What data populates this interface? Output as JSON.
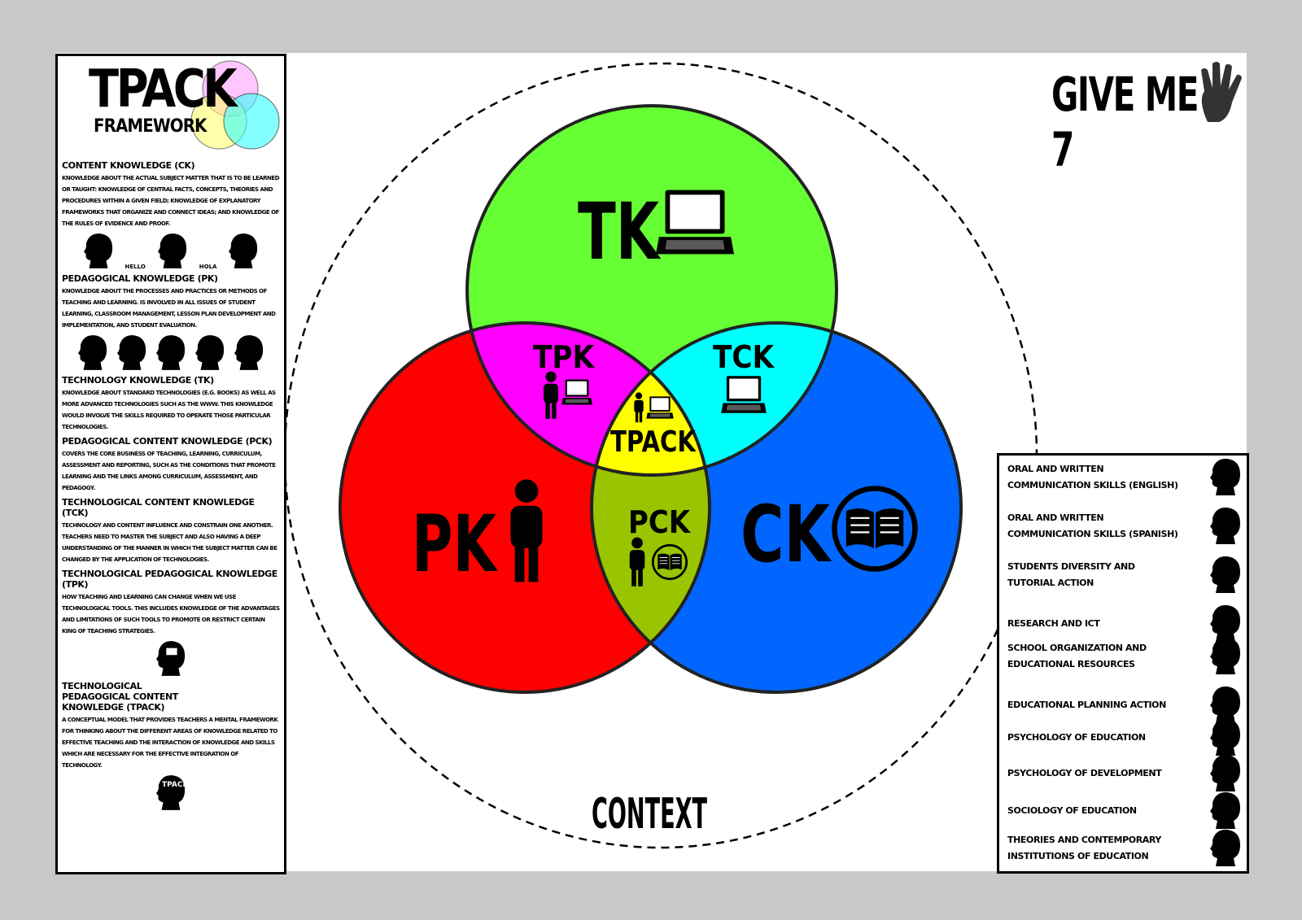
{
  "header": {
    "title": "TPACK",
    "subtitle": "FRAMEWORK",
    "brand": "GIVE ME 7"
  },
  "colors": {
    "tk": "#66ff33",
    "pk": "#ff0000",
    "ck": "#0066ff",
    "tpk": "#ff00ff",
    "tck": "#00ffff",
    "pck": "#99c400",
    "tpack": "#ffff00"
  },
  "diagram": {
    "tk": "TK",
    "pk": "PK",
    "ck": "CK",
    "tpk": "TPK",
    "tck": "TCK",
    "pck": "PCK",
    "tpack": "TPACK",
    "context": "CONTEXT"
  },
  "definitions": [
    {
      "heading": "CONTENT KNOWLEDGE (CK)",
      "text": "Knowledge about the actual subject matter that is to be learned or taught: knowledge of central facts, concepts, theories and procedures within a given field; knowledge of explanatory frameworks that organize and connect ideas; and knowledge of the rules of evidence and proof."
    },
    {
      "heading": "PEDAGOGICAL KNOWLEDGE (PK)",
      "text": "Knowledge about the processes and practices or methods of teaching and learning. Is involved in all issues of student learning, classroom management, lesson plan development and implementation, and student evaluation."
    },
    {
      "heading": "TECHNOLOGY KNOWLEDGE (TK)",
      "text": "Knowledge about standard technologies (e.g. books) as well as more advanced technologies such as the WWW. This knowledge would involve the skills required to operate those particular technologies."
    },
    {
      "heading": "PEDAGOGICAL CONTENT KNOWLEDGE (PCK)",
      "text": "Covers the core business of teaching, learning, curriculum, assessment and reporting, such as the conditions that promote learning and the links among curriculum, assessment, and pedagogy."
    },
    {
      "heading": "TECHNOLOGICAL CONTENT KNOWLEDGE (TCK)",
      "text": "Technology and content influence and constrain one another. Teachers need to master the subject and also having a deep understanding of the manner in which the subject matter can be changed by the application of technologies."
    },
    {
      "heading": "TECHNOLOGICAL PEDAGOGICAL KNOWLEDGE (TPK)",
      "text": "How teaching and learning can change when we use technological tools. This includes knowledge of the advantages and limitations of such tools to promote or restrict certain king of teaching strategies."
    },
    {
      "heading": "TECHNOLOGICAL PEDAGOGICAL CONTENT KNOWLEDGE (TPACK)",
      "text": "A conceptual model that provides teachers a mental framework for thinking about the different areas of knowledge related to effective teaching and the interaction of knowledge and skills which are necessary for the effective integration of technology."
    }
  ],
  "head_labels": {
    "hello": "HELLO",
    "hola": "HOLA",
    "tpack": "TPACK"
  },
  "subjects": [
    {
      "label": "ORAL AND WRITTEN COMMUNICATION SKILLS (ENGLISH)",
      "icon": "head-hello-icon"
    },
    {
      "label": "ORAL AND WRITTEN COMMUNICATION SKILLS (SPANISH)",
      "icon": "head-hola-icon"
    },
    {
      "label": "STUDENTS DIVERSITY AND TUTORIAL ACTION",
      "icon": "head-people-icon"
    },
    {
      "label": "RESEARCH AND ICT",
      "icon": "head-computer-icon"
    },
    {
      "label": "SCHOOL ORGANIZATION AND EDUCATIONAL RESOURCES",
      "icon": "head-tpack-icon"
    },
    {
      "label": "EDUCATIONAL PLANNING ACTION",
      "icon": "head-clock-icon"
    },
    {
      "label": "PSYCHOLOGY OF EDUCATION",
      "icon": "head-psi-icon"
    },
    {
      "label": "PSYCHOLOGY OF DEVELOPMENT",
      "icon": "head-gears-icon"
    },
    {
      "label": "SOCIOLOGY OF EDUCATION",
      "icon": "head-group-icon"
    },
    {
      "label": "THEORIES AND CONTEMPORARY INSTITUTIONS OF EDUCATION",
      "icon": "head-book-icon"
    }
  ]
}
